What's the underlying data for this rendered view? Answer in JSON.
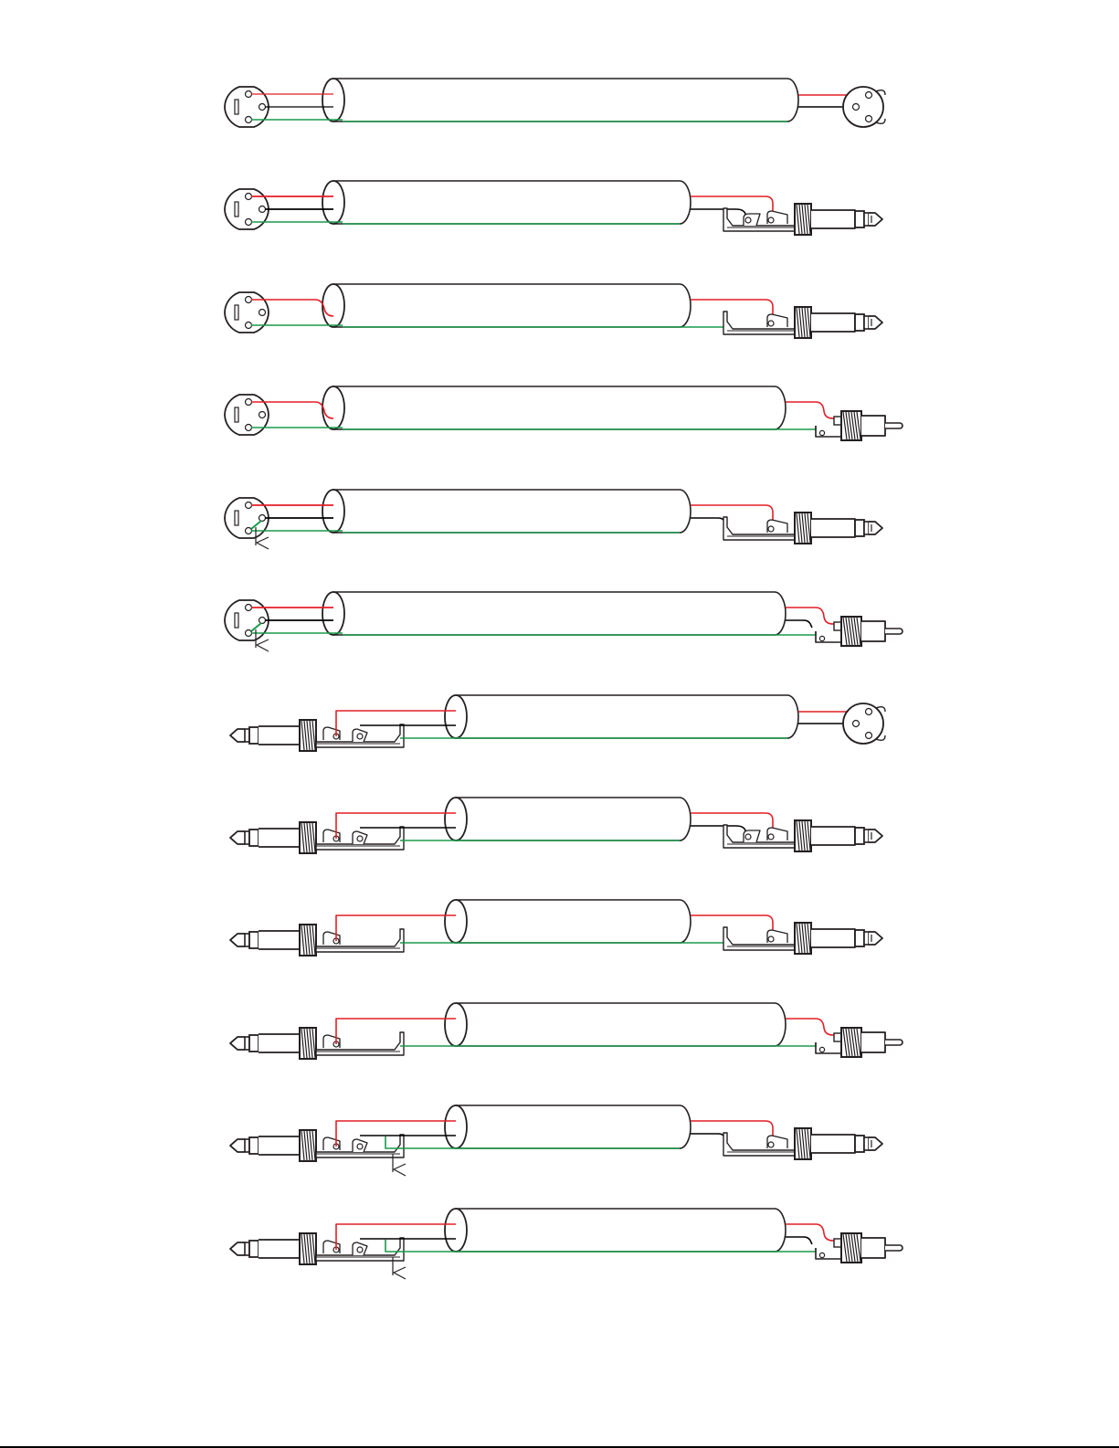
{
  "colors": {
    "hot": "#e41e26",
    "cold": "#000000",
    "ground": "#1a9a4a",
    "outline": "#231f20"
  },
  "diagram": {
    "cables": [
      {
        "left": "xlr-female",
        "right": "xlr-male",
        "ground_lift": false
      },
      {
        "left": "xlr-female",
        "right": "trs-plug",
        "ground_lift": false
      },
      {
        "left": "xlr-female",
        "right": "ts-plug",
        "ground_lift": false
      },
      {
        "left": "xlr-female",
        "right": "rca-plug",
        "ground_lift": false
      },
      {
        "left": "xlr-female",
        "right": "ts-plug",
        "ground_lift": true
      },
      {
        "left": "xlr-female",
        "right": "rca-plug",
        "ground_lift": true
      },
      {
        "left": "trs-plug",
        "right": "xlr-male",
        "ground_lift": false
      },
      {
        "left": "trs-plug",
        "right": "trs-plug",
        "ground_lift": false
      },
      {
        "left": "ts-plug",
        "right": "ts-plug",
        "ground_lift": false
      },
      {
        "left": "ts-plug",
        "right": "rca-plug",
        "ground_lift": false
      },
      {
        "left": "trs-plug",
        "right": "ts-plug",
        "ground_lift": true
      },
      {
        "left": "trs-plug",
        "right": "rca-plug",
        "ground_lift": true
      }
    ]
  }
}
